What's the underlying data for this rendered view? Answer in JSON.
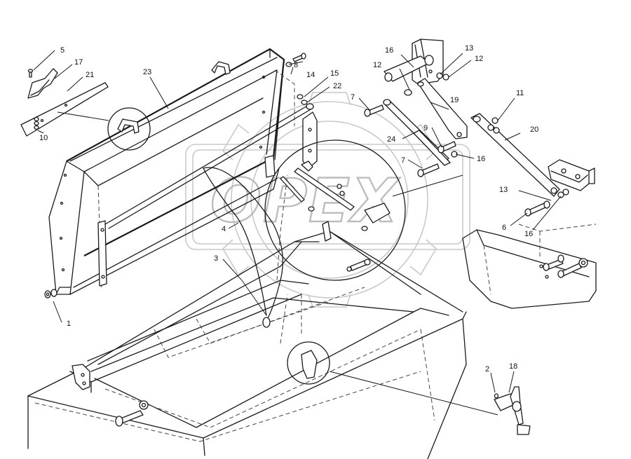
{
  "watermark": {
    "brand": "OPEX"
  },
  "callouts": [
    {
      "id": "c1",
      "label": "1"
    },
    {
      "id": "c2",
      "label": "2"
    },
    {
      "id": "c3",
      "label": "3"
    },
    {
      "id": "c4",
      "label": "4"
    },
    {
      "id": "c5",
      "label": "5"
    },
    {
      "id": "c6",
      "label": "6"
    },
    {
      "id": "c7a",
      "label": "7"
    },
    {
      "id": "c7b",
      "label": "7"
    },
    {
      "id": "c8",
      "label": "8"
    },
    {
      "id": "c9",
      "label": "9"
    },
    {
      "id": "c10",
      "label": "10"
    },
    {
      "id": "c11",
      "label": "11"
    },
    {
      "id": "c12a",
      "label": "12"
    },
    {
      "id": "c12b",
      "label": "12"
    },
    {
      "id": "c13a",
      "label": "13"
    },
    {
      "id": "c13b",
      "label": "13"
    },
    {
      "id": "c14",
      "label": "14"
    },
    {
      "id": "c15",
      "label": "15"
    },
    {
      "id": "c16a",
      "label": "16"
    },
    {
      "id": "c16b",
      "label": "16"
    },
    {
      "id": "c16c",
      "label": "16"
    },
    {
      "id": "c17",
      "label": "17"
    },
    {
      "id": "c18",
      "label": "18"
    },
    {
      "id": "c19",
      "label": "19"
    },
    {
      "id": "c20",
      "label": "20"
    },
    {
      "id": "c21",
      "label": "21"
    },
    {
      "id": "c22",
      "label": "22"
    },
    {
      "id": "c23",
      "label": "23"
    },
    {
      "id": "c24",
      "label": "24"
    }
  ]
}
